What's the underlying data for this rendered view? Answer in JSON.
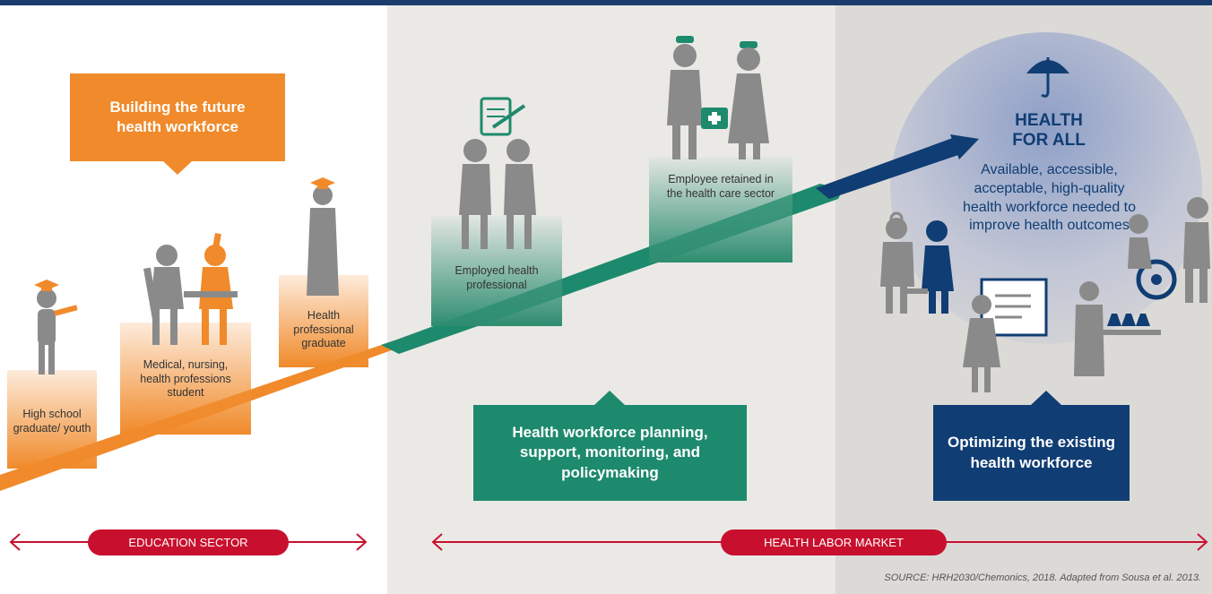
{
  "colors": {
    "orange": "#f08a2a",
    "green": "#1e8a6d",
    "navy": "#103d73",
    "red": "#c8102e",
    "gray": "#8a8a8a"
  },
  "callouts": {
    "building": "Building the future health workforce",
    "planning": "Health workforce planning, support, monitoring, and policymaking",
    "optimizing": "Optimizing the existing health workforce"
  },
  "steps": {
    "highschool": "High school graduate/ youth",
    "student": "Medical, nursing, health professions student",
    "graduate": "Health professional graduate",
    "employed": "Employed health professional",
    "retained": "Employee retained in the health care sector"
  },
  "health_for_all": {
    "title_line1": "HEALTH",
    "title_line2": "FOR ALL",
    "description": "Available, accessible, acceptable, high-quality health workforce needed to improve health outcomes"
  },
  "banners": {
    "education": "EDUCATION SECTOR",
    "labor": "HEALTH LABOR MARKET"
  },
  "source": "SOURCE: HRH2030/Chemonics, 2018.  Adapted from Sousa et al. 2013.",
  "icons": [
    "graduation-cap-icon",
    "document-icon",
    "handshake-icon",
    "medical-kit-icon",
    "umbrella-icon",
    "wheelchair-icon",
    "lab-flask-icon",
    "whiteboard-icon",
    "stethoscope-icon"
  ]
}
